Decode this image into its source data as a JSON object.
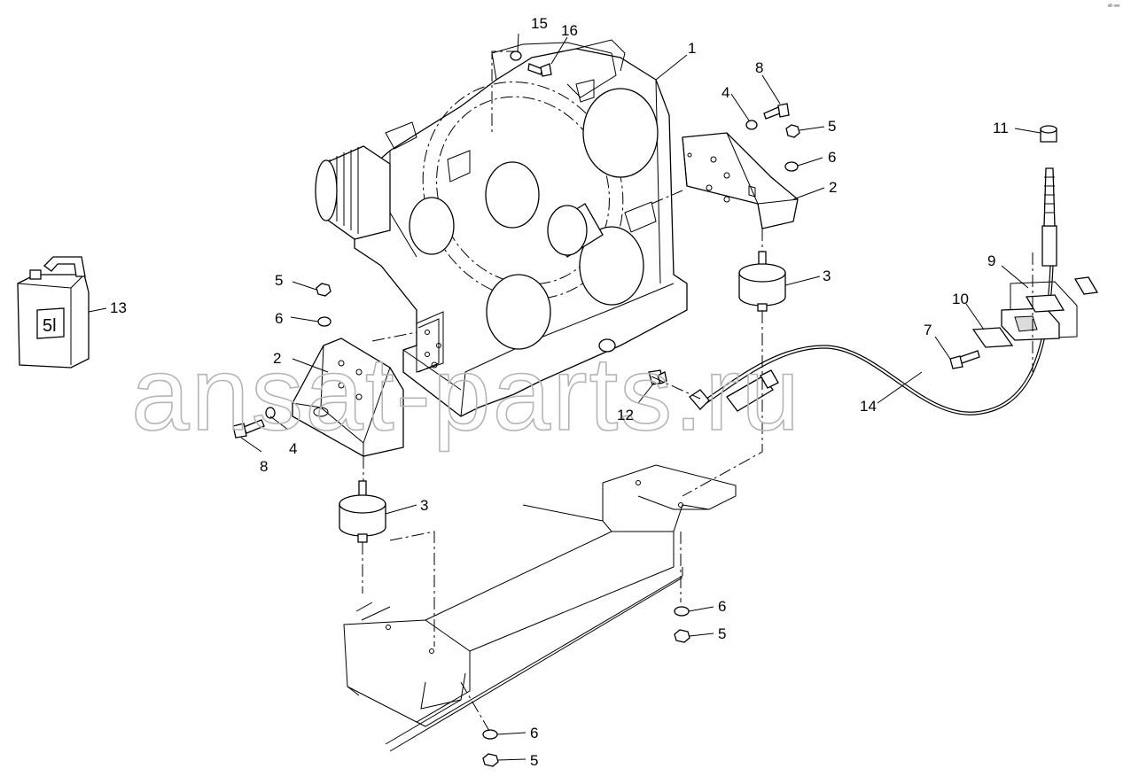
{
  "corner_mark": "ᵒᴰ ᵒᵒᵒ",
  "watermark": "ansat-parts.ru",
  "canister_text": "5l",
  "callouts": [
    "1",
    "2",
    "2",
    "3",
    "3",
    "4",
    "4",
    "5",
    "5",
    "5",
    "5",
    "6",
    "6",
    "6",
    "6",
    "7",
    "8",
    "8",
    "9",
    "10",
    "11",
    "12",
    "13",
    "14",
    "15",
    "16"
  ]
}
